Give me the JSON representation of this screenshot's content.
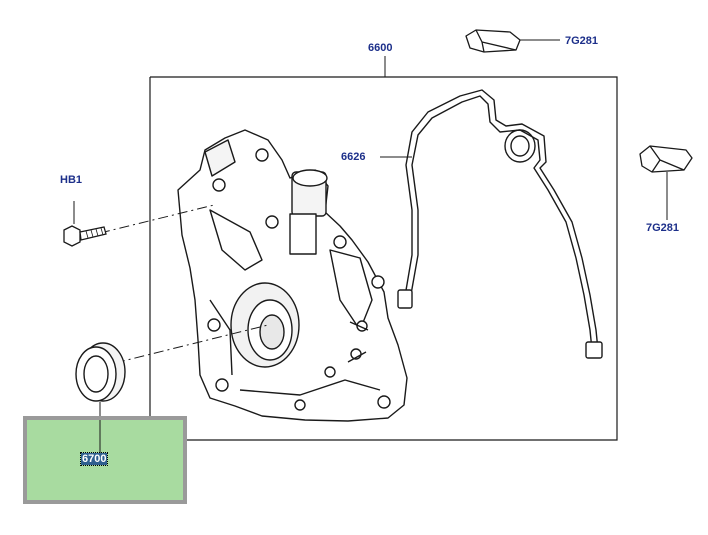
{
  "diagram": {
    "callouts": {
      "oil_pump_assembly": "6600",
      "gasket": "6626",
      "clip_top": "7G281",
      "clip_right": "7G281",
      "bolt": "HB1",
      "seal": "6700"
    },
    "selected_part": "6700",
    "colors": {
      "label": "#1c2f8a",
      "highlight_fill": "#a8dba0",
      "highlight_border": "#9a9a9a",
      "selection_fill": "#2f5f8f",
      "line": "#1a1a1a"
    }
  }
}
